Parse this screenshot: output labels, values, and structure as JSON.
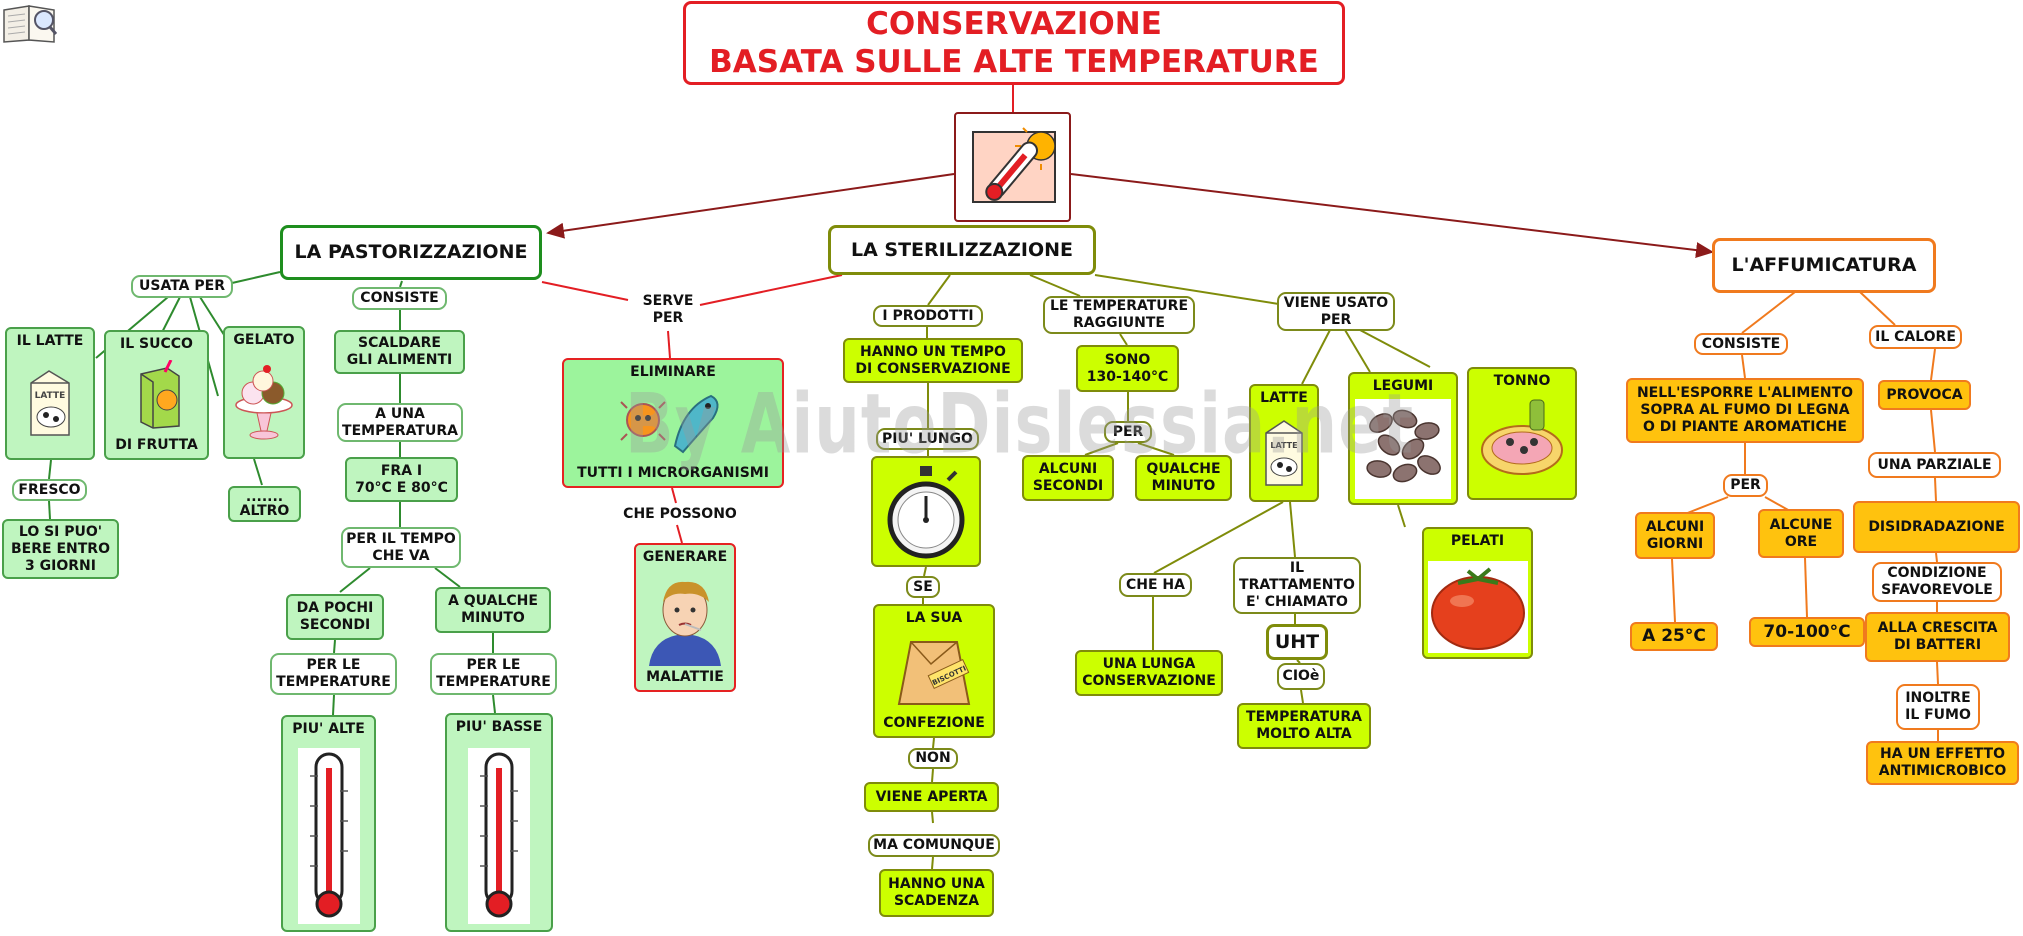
{
  "title": {
    "line1": "CONSERVAZIONE",
    "line2": "BASATA SULLE ALTE TEMPERATURE"
  },
  "watermark": "By AiutoDislessia.net",
  "colors": {
    "title": "#e31e24",
    "pastorizzazione": "#4aa04a",
    "sterilizzazione": "#7f8c0a",
    "affumicatura": "#f07a1e",
    "green_fill": "#bff5bf",
    "yellow_fill": "#ccff00",
    "orange_fill": "#ffc20e"
  },
  "pastorizzazione": {
    "title": "LA PASTORIZZAZIONE",
    "usata_per": "USATA PER",
    "il_latte": "IL LATTE",
    "il_succo": "IL SUCCO",
    "di_frutta": "DI FRUTTA",
    "gelato": "GELATO",
    "altro_dots": ".......",
    "altro": "ALTRO",
    "fresco": "FRESCO",
    "lo_si_puo": [
      "LO SI PUO'",
      "BERE ENTRO",
      "3 GIORNI"
    ],
    "consiste": "CONSISTE",
    "scaldare": [
      "SCALDARE",
      "GLI ALIMENTI"
    ],
    "a_una_temp": [
      "A UNA",
      "TEMPERATURA"
    ],
    "fra": [
      "FRA I",
      "70°C E 80°C"
    ],
    "per_il_tempo": [
      "PER IL TEMPO",
      "CHE VA"
    ],
    "da_pochi": [
      "DA POCHI",
      "SECONDI"
    ],
    "a_qualche": [
      "A QUALCHE",
      "MINUTO"
    ],
    "per_le_temp": [
      "PER LE",
      "TEMPERATURE"
    ],
    "piu_alte": "PIU' ALTE",
    "piu_basse": "PIU' BASSE"
  },
  "serve_per": [
    "SERVE",
    "PER"
  ],
  "eliminare": "ELIMINARE",
  "tutti": "TUTTI I MICRORGANISMI",
  "che_possono": "CHE POSSONO",
  "generare": "GENERARE",
  "malattie": "MALATTIE",
  "sterilizzazione": {
    "title": "LA STERILIZZAZIONE",
    "i_prodotti": "I PRODOTTI",
    "hanno_tempo": [
      "HANNO UN TEMPO",
      "DI CONSERVAZIONE"
    ],
    "piu_lungo": "PIU' LUNGO",
    "se": "SE",
    "la_sua": "LA SUA",
    "confezione": "CONFEZIONE",
    "non": "NON",
    "viene_aperta": "VIENE APERTA",
    "ma_comunque": "MA COMUNQUE",
    "hanno_scadenza": [
      "HANNO UNA",
      "SCADENZA"
    ],
    "le_temperature": [
      "LE TEMPERATURE",
      "RAGGIUNTE"
    ],
    "sono": [
      "SONO",
      "130-140°C"
    ],
    "per": "PER",
    "alcuni_secondi": [
      "ALCUNI",
      "SECONDI"
    ],
    "qualche_minuto": [
      "QUALCHE",
      "MINUTO"
    ],
    "viene_usato": [
      "VIENE USATO",
      "PER"
    ],
    "latte": "LATTE",
    "legumi": "LEGUMI",
    "tonno": "TONNO",
    "pelati": "PELATI",
    "che_ha": "CHE HA",
    "una_lunga": [
      "UNA LUNGA",
      "CONSERVAZIONE"
    ],
    "il_trattamento": [
      "IL",
      "TRATTAMENTO",
      "E' CHIAMATO"
    ],
    "uht": "UHT",
    "cioe": "CIOè",
    "temperatura": [
      "TEMPERATURA",
      "MOLTO ALTA"
    ],
    "biscotti": "BISCOTTI"
  },
  "affumicatura": {
    "title": "L'AFFUMICATURA",
    "consiste": "CONSISTE",
    "nell_esporre": [
      "NELL'ESPORRE L'ALIMENTO",
      "SOPRA AL FUMO DI LEGNA",
      "O DI PIANTE AROMATICHE"
    ],
    "per": "PER",
    "alcuni_giorni": [
      "ALCUNI",
      "GIORNI"
    ],
    "alcune_ore": [
      "ALCUNE",
      "ORE"
    ],
    "a25": "A 25°C",
    "range": "70-100°C",
    "il_calore": "IL CALORE",
    "provoca": "PROVOCA",
    "una_parziale": "UNA PARZIALE",
    "disidratazione": "DISIDRADAZIONE",
    "condizione": [
      "CONDIZIONE",
      "SFAVOREVOLE"
    ],
    "alla_crescita": [
      "ALLA CRESCITA",
      "DI BATTERI"
    ],
    "inoltre": [
      "INOLTRE",
      "IL FUMO"
    ],
    "effetto": [
      "HA UN EFFETTO",
      "ANTIMICROBICO"
    ]
  },
  "milk_carton_label": "LATTE"
}
